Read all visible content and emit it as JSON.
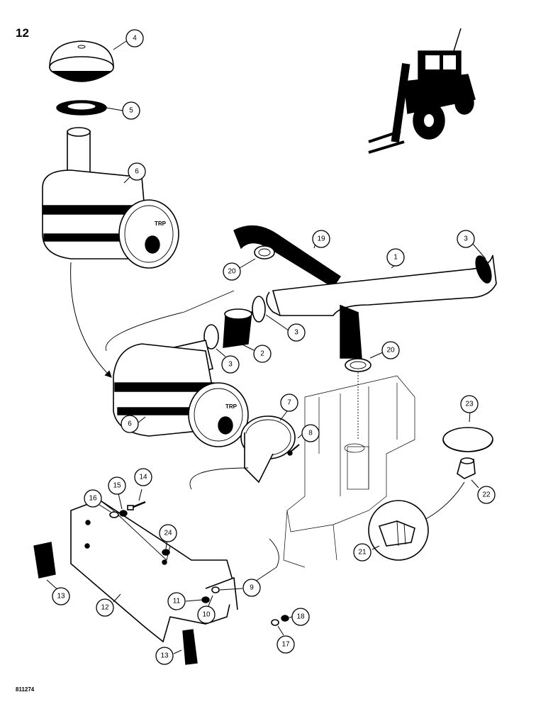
{
  "page": {
    "number": "12",
    "drawing_number": "811274"
  },
  "callouts": [
    "4",
    "5",
    "6",
    "19",
    "3",
    "1",
    "20",
    "3",
    "2",
    "3",
    "20",
    "6",
    "7",
    "8",
    "23",
    "22",
    "14",
    "15",
    "16",
    "24",
    "9",
    "11",
    "12",
    "13",
    "10",
    "18",
    "17",
    "13",
    "21"
  ]
}
